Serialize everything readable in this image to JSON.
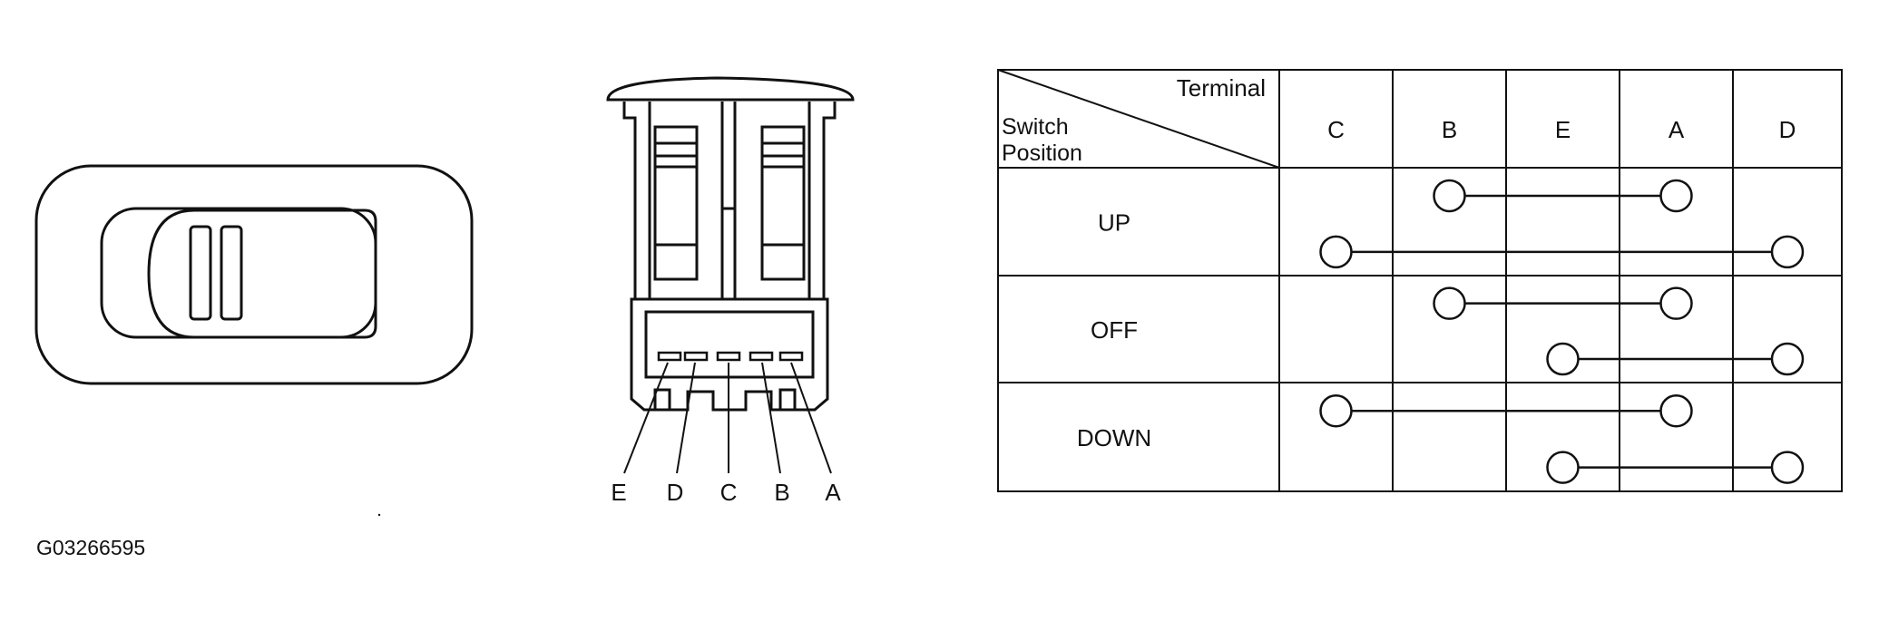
{
  "figure_id": "G03266595",
  "connector_terminals": [
    "E",
    "D",
    "C",
    "B",
    "A"
  ],
  "table": {
    "header_terminal": "Terminal",
    "header_switch": "Switch",
    "header_position": "Position",
    "columns": [
      "C",
      "B",
      "E",
      "A",
      "D"
    ],
    "rows": [
      {
        "position": "UP",
        "connections": [
          [
            "B",
            "A"
          ],
          [
            "C",
            "D"
          ]
        ]
      },
      {
        "position": "OFF",
        "connections": [
          [
            "B",
            "A"
          ],
          [
            "E",
            "D"
          ]
        ]
      },
      {
        "position": "DOWN",
        "connections": [
          [
            "C",
            "A"
          ],
          [
            "E",
            "D"
          ]
        ]
      }
    ]
  }
}
